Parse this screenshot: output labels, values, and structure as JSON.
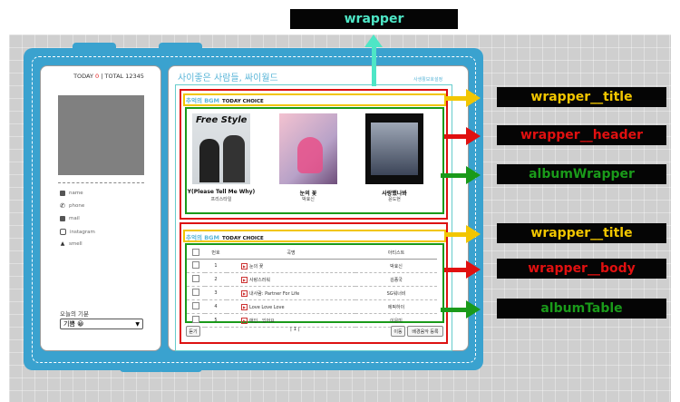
{
  "counter": {
    "today_label": "TODAY",
    "today_value": "0",
    "separator": "|",
    "total_label": "TOTAL",
    "total_value": "12345"
  },
  "site": {
    "title": "사이좋은 사람들, 싸이월드",
    "link": "사생활보호설정"
  },
  "profile": {
    "items": [
      {
        "label": "name",
        "icon": "person-icon"
      },
      {
        "label": "phone",
        "icon": "phone-icon"
      },
      {
        "label": "mail",
        "icon": "mail-icon"
      },
      {
        "label": "instagram",
        "icon": "instagram-icon"
      },
      {
        "label": "smell",
        "icon": "smell-icon"
      }
    ]
  },
  "mood": {
    "label": "오늘의 기분",
    "value": "기쁨 😀"
  },
  "bgm_top": {
    "title": "추억의 BGM",
    "subtitle": "TODAY CHOICE"
  },
  "albums": [
    {
      "name": "Y(Please Tell Me Why)",
      "artist": "프리스타일",
      "cover_text": "Free Style"
    },
    {
      "name": "눈의 꽃",
      "artist": "박효신",
      "cover_text": ""
    },
    {
      "name": "사랑했나봐",
      "artist": "윤도현",
      "cover_text": ""
    }
  ],
  "bgm_bottom": {
    "title": "추억의 BGM",
    "subtitle": "TODAY CHOICE"
  },
  "table": {
    "headers": [
      "번호",
      "곡명",
      "아티스트"
    ],
    "rows": [
      {
        "num": "1",
        "title": "눈의 꽃",
        "artist": "박효신"
      },
      {
        "num": "2",
        "title": "사랑스러워",
        "artist": "김종국"
      },
      {
        "num": "3",
        "title": "내사람: Partner For Life",
        "artist": "SG워너비"
      },
      {
        "num": "4",
        "title": "Love Love Love",
        "artist": "에픽하이"
      },
      {
        "num": "5",
        "title": "애인...있어요",
        "artist": "이은미"
      }
    ]
  },
  "buttons": {
    "listen": "듣기",
    "move": "이동",
    "register": "배경음악 등록"
  },
  "pager": {
    "text": "| 1 |"
  },
  "callouts": {
    "wrapper": "wrapper",
    "wrapper_title_1": "wrapper__title",
    "wrapper_header": "wrapper__header",
    "album_wrapper": "albumWrapper",
    "wrapper_title_2": "wrapper__title",
    "wrapper_body": "wrapper__body",
    "album_table": "albumTable"
  },
  "colors": {
    "teal": "#4ee6c6",
    "yellow": "#f2c600",
    "red": "#e01010",
    "green": "#1a9a1a",
    "book_blue": "#3aa2cf"
  }
}
